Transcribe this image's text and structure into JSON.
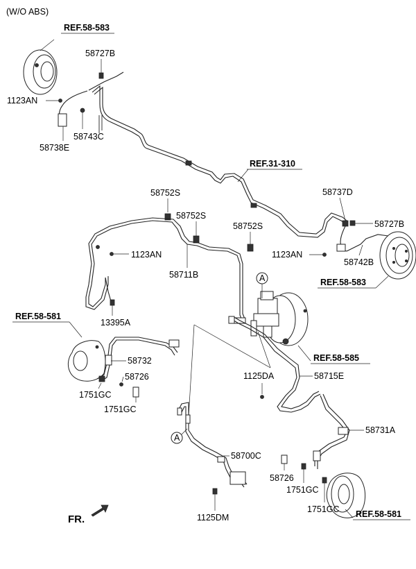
{
  "note": "(W/O ABS)",
  "refs": {
    "ref_58_583_top": "REF.58-583",
    "ref_31_310": "REF.31-310",
    "ref_58_583_right": "REF.58-583",
    "ref_58_581_left": "REF.58-581",
    "ref_58_585": "REF.58-585",
    "ref_58_581_bottom": "REF.58-581"
  },
  "labels": {
    "p58727B_top": "58727B",
    "p1123AN_top": "1123AN",
    "p58743C": "58743C",
    "p58738E": "58738E",
    "p58752S_a": "58752S",
    "p58752S_b": "58752S",
    "p58752S_c": "58752S",
    "p58737D": "58737D",
    "p58727B_right": "58727B",
    "p1123AN_mid": "1123AN",
    "p1123AN_right": "1123AN",
    "p58711B": "58711B",
    "p58742B": "58742B",
    "p13395A": "13395A",
    "p58732": "58732",
    "p58726_left": "58726",
    "p1751GC_a": "1751GC",
    "p1751GC_b": "1751GC",
    "p1125DA": "1125DA",
    "p58715E": "58715E",
    "p58731A": "58731A",
    "p58700C": "58700C",
    "p58726_bottom": "58726",
    "p1751GC_c": "1751GC",
    "p1751GC_d": "1751GC",
    "p1125DM": "1125DM",
    "circle_a_top": "A",
    "circle_a_bottom": "A"
  },
  "direction": "FR."
}
